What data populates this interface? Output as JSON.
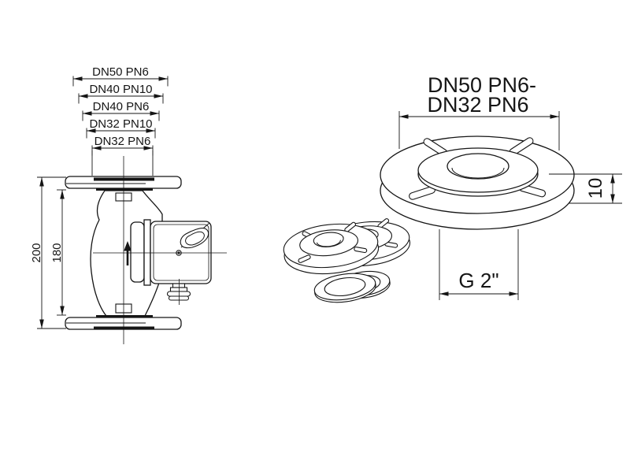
{
  "drawing": {
    "background": "#ffffff",
    "line_color": "#151515",
    "pump_view": {
      "flange_options": [
        {
          "label": "DN50 PN6"
        },
        {
          "label": "DN40 PN10"
        },
        {
          "label": "DN40 PN6"
        },
        {
          "label": "DN32 PN10"
        },
        {
          "label": "DN32 PN6"
        }
      ],
      "dim_overall_height": "200",
      "dim_port_to_port": "180",
      "flow_icon": "up-arrow"
    },
    "flange_detail": {
      "title_line1": "DN50 PN6-",
      "title_line2": "DN32 PN6",
      "dim_thickness": "10",
      "dim_thread": "G 2\""
    }
  }
}
